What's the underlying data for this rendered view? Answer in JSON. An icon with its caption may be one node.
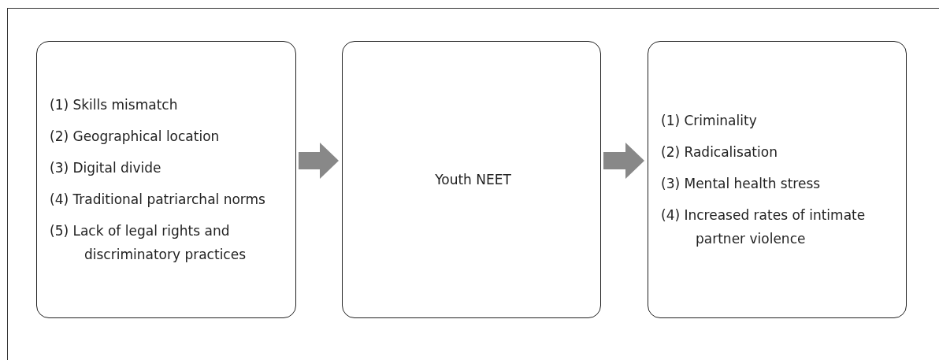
{
  "diagram": {
    "nodes": [
      {
        "text": [
          "(1) Skills mismatch",
          "(2) Geographical location",
          "(3) Digital divide",
          "(4) Traditional patriarchal norms",
          "(5) Lack of legal rights and discriminatory practices"
        ]
      },
      {
        "text": [
          "Youth NEET"
        ]
      },
      {
        "text": [
          "(1) Criminality",
          "(2) Radicalisation",
          "(3) Mental health stress",
          "(4) Increased rates of intimate partner violence"
        ]
      }
    ],
    "edges": [
      {
        "from": 0,
        "to": 1,
        "arrow": "to"
      },
      {
        "from": 1,
        "to": 2,
        "arrow": "to"
      }
    ]
  }
}
